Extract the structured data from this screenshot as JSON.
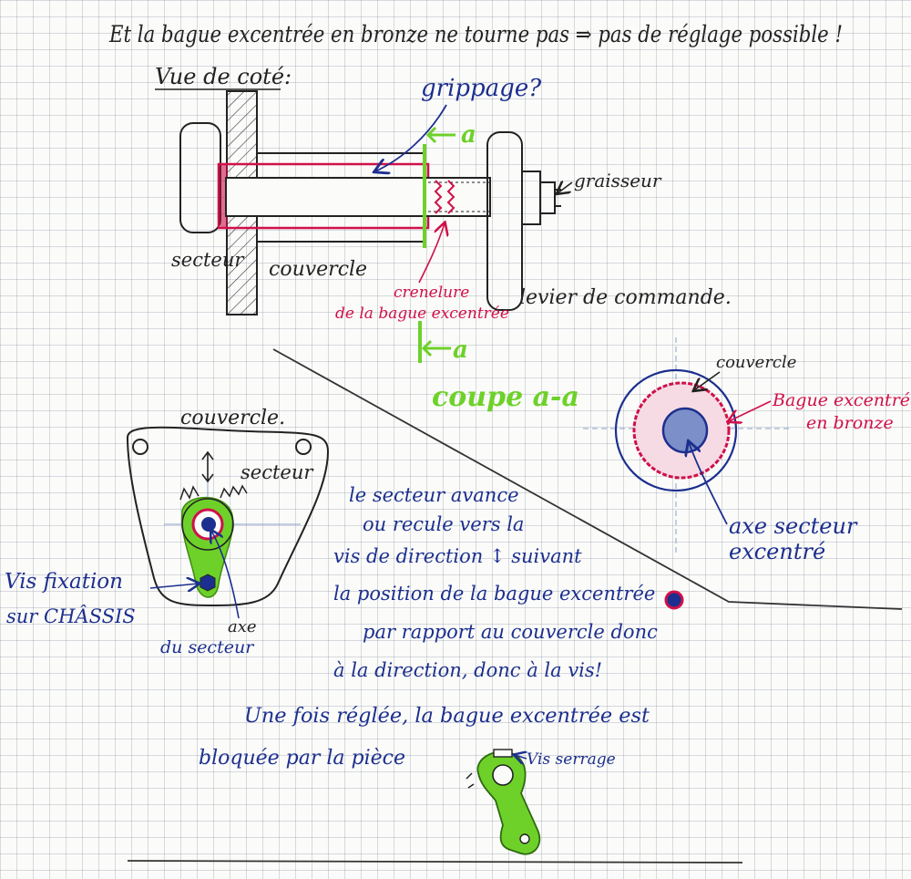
{
  "header_text": "Et la bague excentrée en bronze ne tourne pas ⇒ pas de réglage possible !",
  "side_view": {
    "title": "Vue de coté:",
    "grippage": "grippage?",
    "section_a": "a",
    "graisseur": "graisseur",
    "secteur": "secteur",
    "couvercle": "couvercle",
    "crenelure_line1": "crenelure",
    "crenelure_line2": "de la bague excentrée",
    "levier": "levier de commande."
  },
  "section_view": {
    "title": "coupe a-a",
    "couvercle": "couvercle",
    "bague_line1": "Bague excentrée",
    "bague_line2": "en bronze",
    "axe_line1": "axe secteur",
    "axe_line2": "excentré"
  },
  "front_view": {
    "couvercle": "couvercle.",
    "secteur": "secteur",
    "vis_line1": "Vis fixation",
    "vis_line2": "sur CHÂSSIS",
    "axe_line1": "axe",
    "axe_line2": "du secteur"
  },
  "explanation": {
    "line1": "le secteur avance",
    "line2": "ou recule vers la",
    "line3": "vis de direction ↕ suivant",
    "line4": "la position de la bague excentrée",
    "line5": "par rapport au couvercle donc",
    "line6": "à la direction, donc à la vis!",
    "line7": "Une fois réglée, la bague excentrée est",
    "line8": "bloquée par la pièce",
    "vis_serrage": "Vis serrage"
  },
  "colors": {
    "ink_blue": "#1c2f8e",
    "ink_red": "#d0104a",
    "ink_green": "#6ed12a",
    "ink_black": "#222222"
  }
}
